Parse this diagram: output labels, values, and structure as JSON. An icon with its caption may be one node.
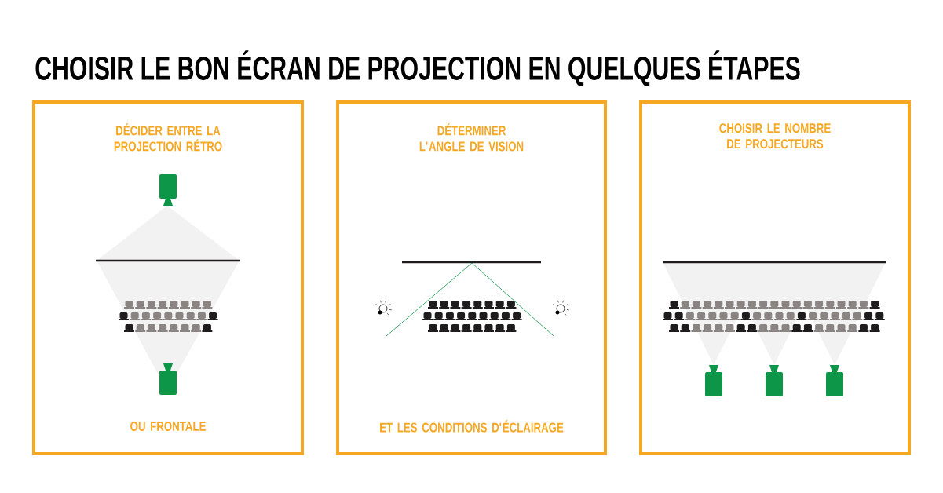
{
  "diagram": {
    "title": "CHOISIR LE BON ÉCRAN DE PROJECTION EN QUELQUES ÉTAPES",
    "nodes": [
      {
        "text": [
          "DÉCIDER ENTRE LA PROJECTION RÉTRO",
          "OU FRONTALE"
        ]
      },
      {
        "text": [
          "DÉTERMINER L'ANGLE DE VISION",
          "ET LES CONDITIONS D'ÉCLAIRAGE"
        ]
      },
      {
        "text": [
          "CHOISIR LE NOMBRE DE PROJECTEURS"
        ]
      }
    ]
  }
}
